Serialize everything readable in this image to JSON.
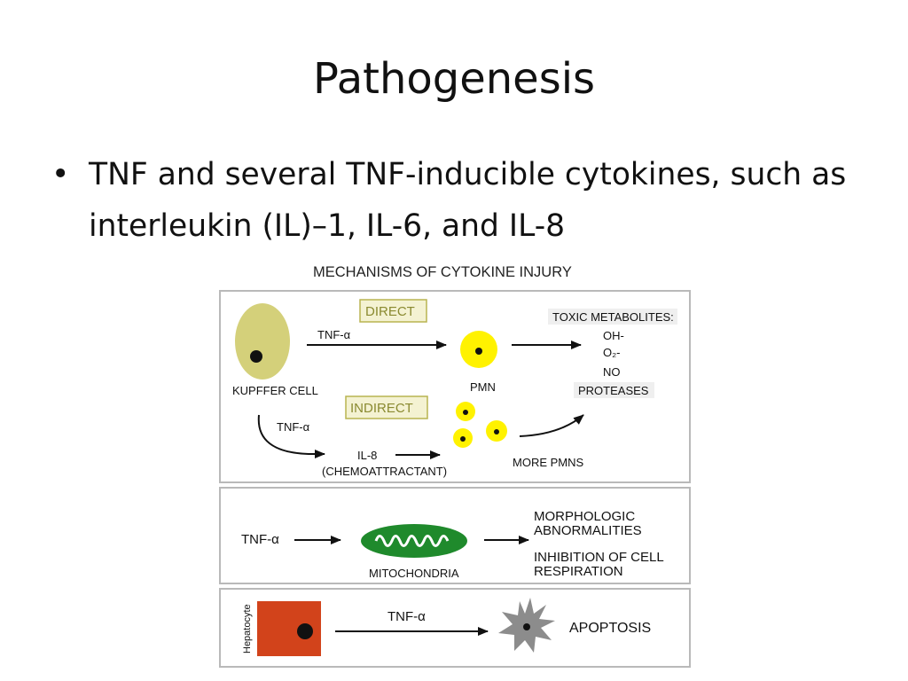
{
  "slide": {
    "title": "Pathogenesis",
    "bullets": [
      {
        "marker": "•",
        "text": "TNF and several TNF-inducible cytokines, such as interleukin (IL)–1, IL-6, and IL-8"
      }
    ]
  },
  "figure": {
    "title": "MECHANISMS OF CYTOKINE INJURY",
    "panel1": {
      "direct_label": "DIRECT",
      "indirect_label": "INDIRECT",
      "kupffer_label": "KUPFFER CELL",
      "tnf_direct": "TNF-α",
      "tnf_indirect": "TNF-α",
      "pmn_label": "PMN",
      "toxic_metabolites": "TOXIC METABOLITES:",
      "metabolites": [
        "OH-",
        "O₂-",
        "NO"
      ],
      "proteases": "PROTEASES",
      "il8_label": "IL-8",
      "chemoattractant": "(CHEMOATTRACTANT)",
      "more_pmns": "MORE PMNS"
    },
    "panel2": {
      "tnf": "TNF-α",
      "mitochondria": "MITOCHONDRIA",
      "effects": [
        "MORPHOLOGIC",
        "ABNORMALITIES",
        "INHIBITION OF CELL",
        "RESPIRATION"
      ]
    },
    "panel3": {
      "hepatocyte": "Hepatocyte",
      "tnf": "TNF-α",
      "apoptosis": "APOPTOSIS"
    },
    "colors": {
      "kupffer": "#d4d07a",
      "pmn": "#fff200",
      "mitochondria": "#1f8a2c",
      "hepatocyte": "#d2431b",
      "apoptotic": "#8c8c8c",
      "panel_border": "#b9b9b9",
      "label_box": "#f0eec0"
    }
  }
}
